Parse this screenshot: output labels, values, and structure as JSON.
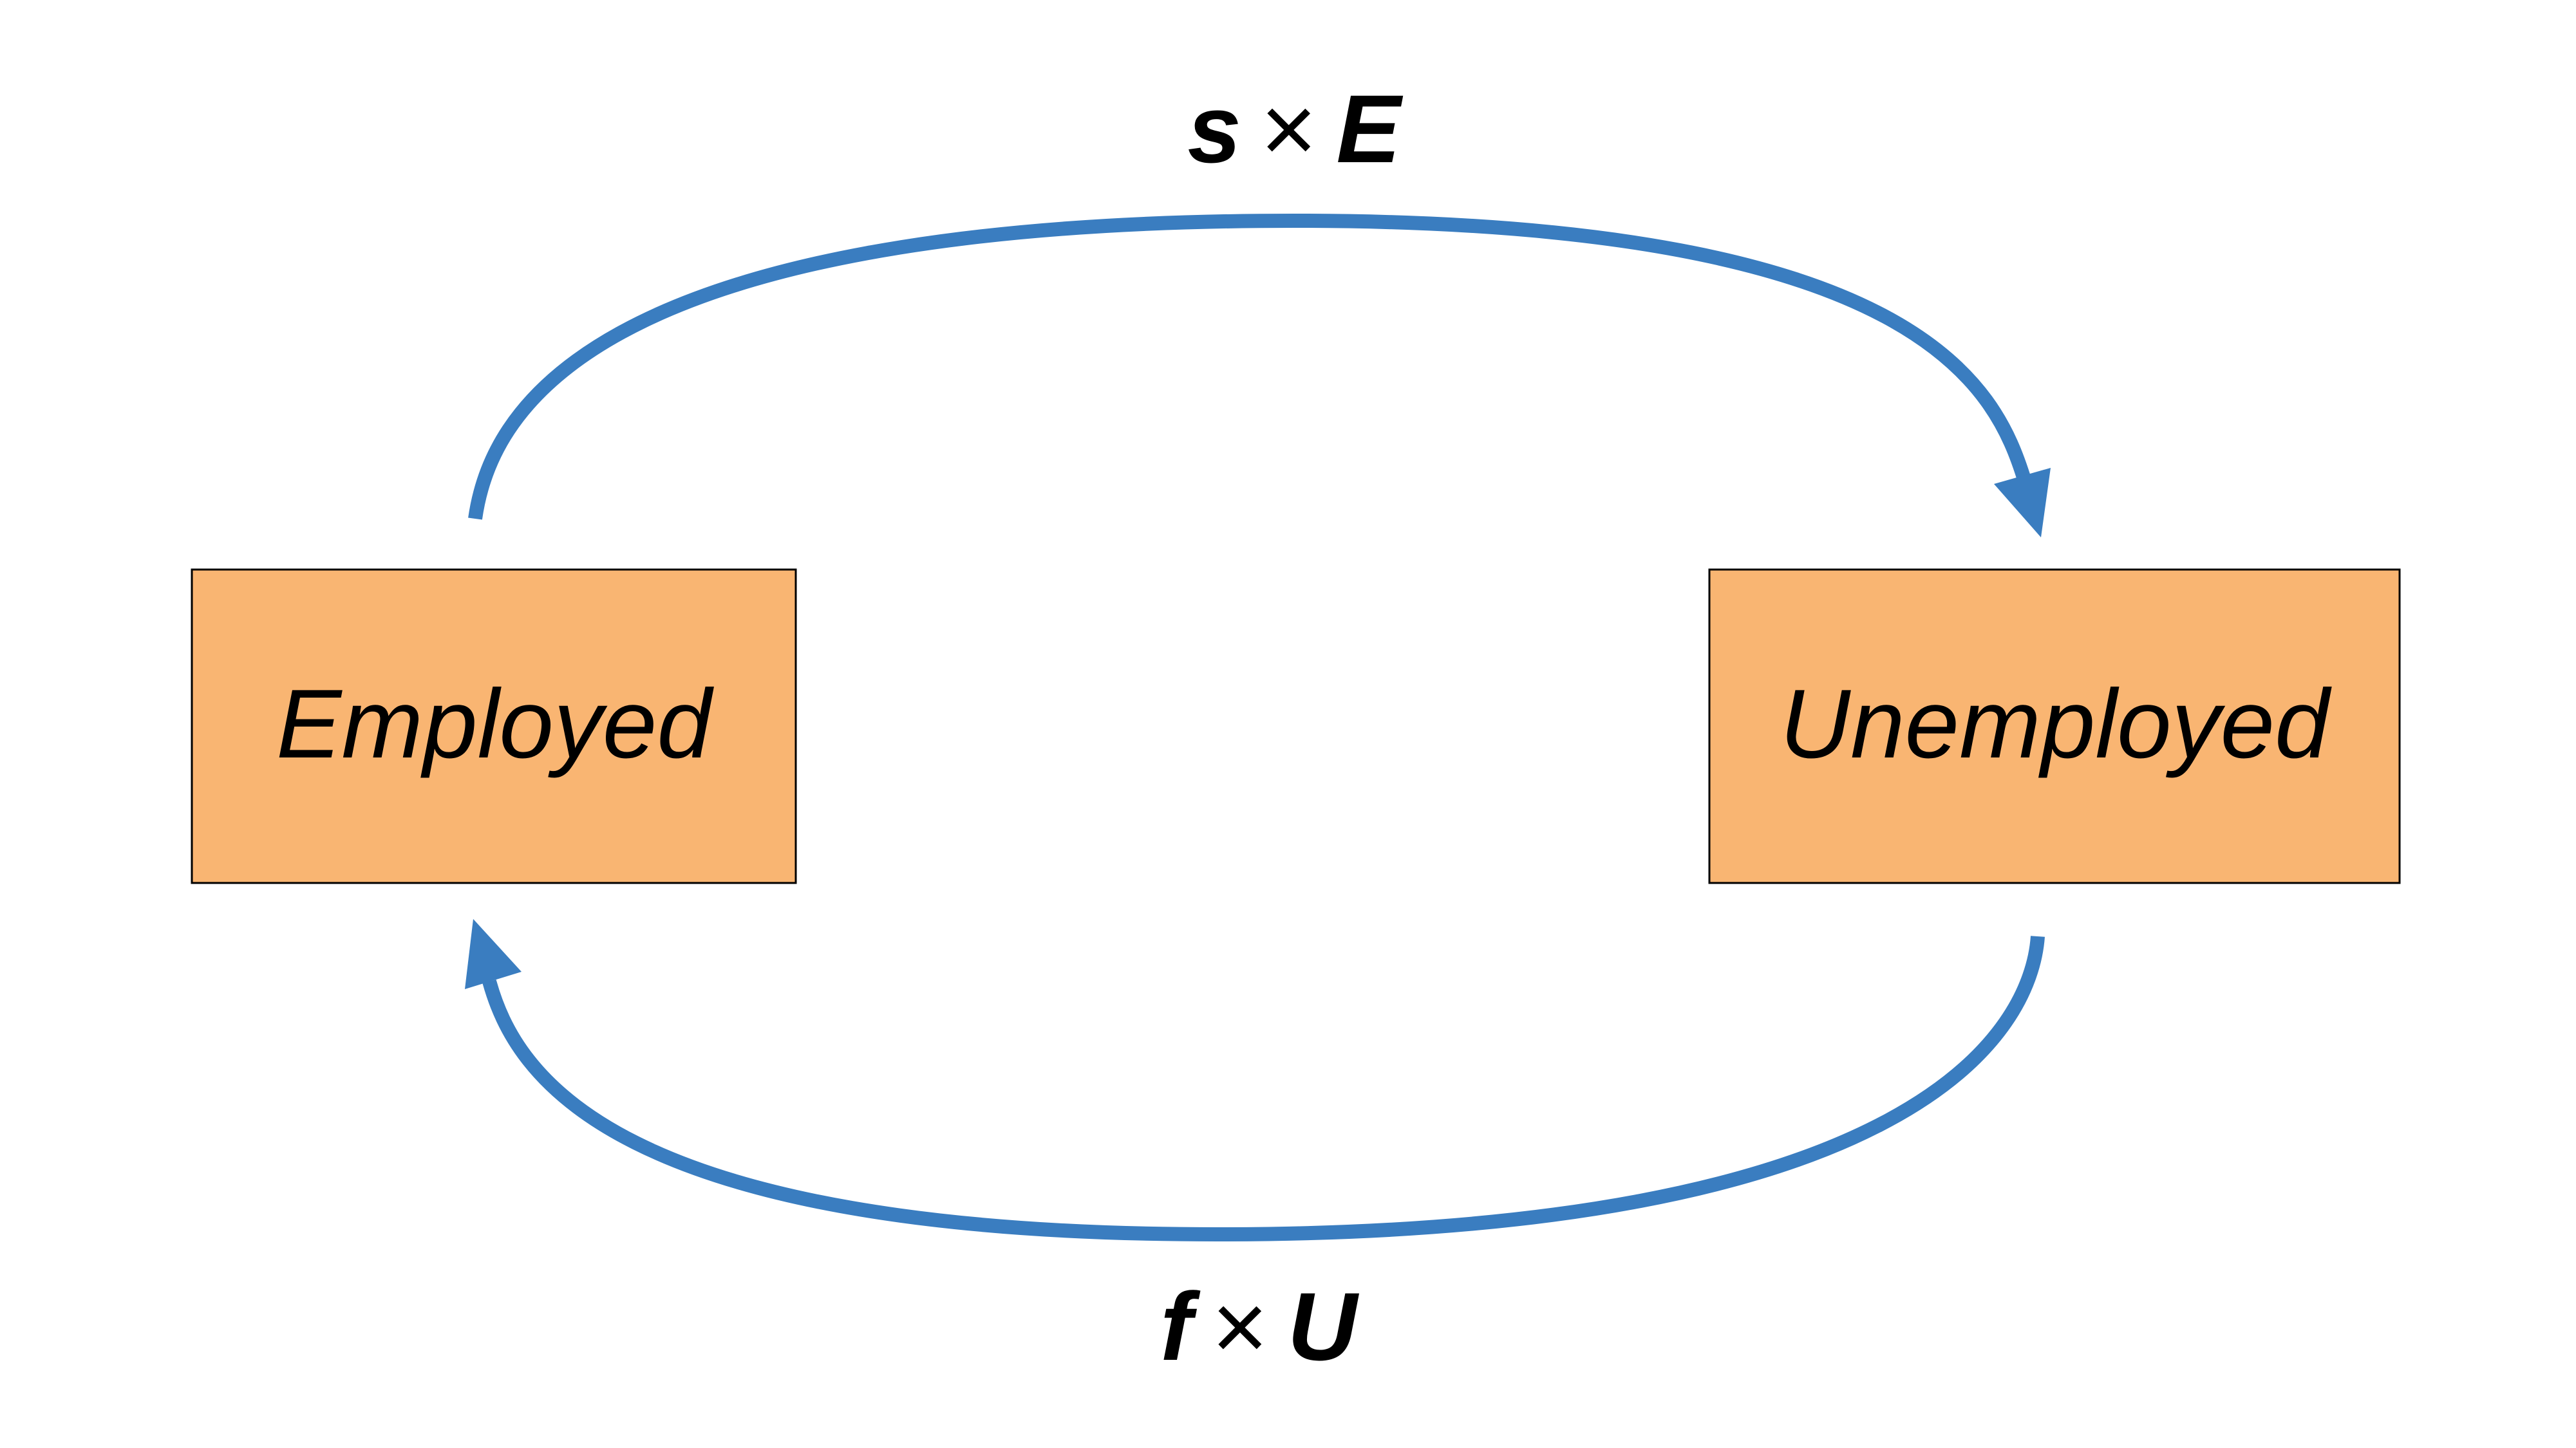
{
  "nodes": {
    "employed": {
      "label": "Employed"
    },
    "unemployed": {
      "label": "Unemployed"
    }
  },
  "flows": {
    "separation": {
      "rate": "s",
      "operator": "×",
      "stock": "E",
      "from": "Employed",
      "to": "Unemployed"
    },
    "finding": {
      "rate": "f",
      "operator": "×",
      "stock": "U",
      "from": "Unemployed",
      "to": "Employed"
    }
  },
  "colors": {
    "box_fill": "#F9B572",
    "box_border": "#000000",
    "arrow": "#3A7DC0",
    "text": "#000000",
    "background": "#FFFFFF"
  }
}
